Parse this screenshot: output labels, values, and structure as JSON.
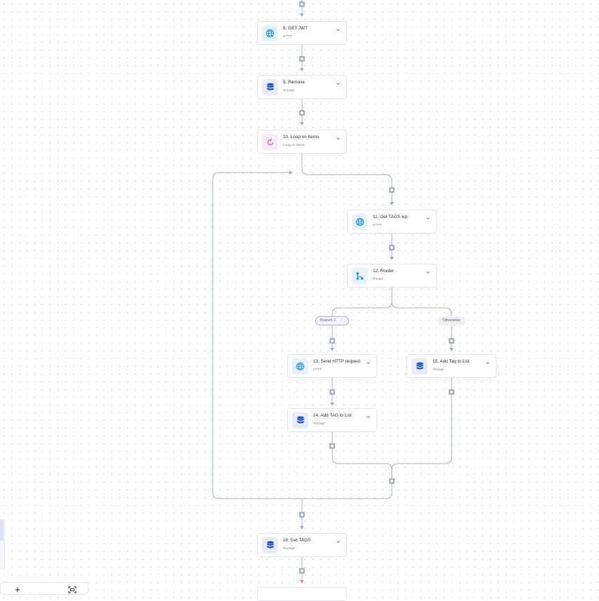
{
  "nodes": [
    {
      "title": "8. GET JWT",
      "subtitle": "HTTP",
      "icon": "globe-icon"
    },
    {
      "title": "9. Remove",
      "subtitle": "Storage",
      "icon": "database-icon"
    },
    {
      "title": "10. Loop on Items",
      "subtitle": "Loop on Items",
      "icon": "loop-icon"
    },
    {
      "title": "11. Get TAGS wp",
      "subtitle": "HTTP",
      "icon": "globe-icon"
    },
    {
      "title": "12. Router",
      "subtitle": "Router",
      "icon": "router-icon"
    },
    {
      "title": "13. Send HTTP request",
      "subtitle": "HTTP",
      "icon": "globe-icon"
    },
    {
      "title": "15. Add Tag to List",
      "subtitle": "Storage",
      "icon": "database-icon"
    },
    {
      "title": "14. Add TAG to List",
      "subtitle": "Storage",
      "icon": "database-icon"
    },
    {
      "title": "16. Get TAGS",
      "subtitle": "Storage",
      "icon": "database-icon"
    }
  ],
  "branches": {
    "branch1": "Branch 1",
    "branch1_menu": "⋮",
    "otherwise": "Otherwise"
  },
  "colors": {
    "http_icon": "#2196f3",
    "storage_icon": "#1c4fc9",
    "loop_icon": "#c146a1",
    "connector": "#a7afbd"
  }
}
